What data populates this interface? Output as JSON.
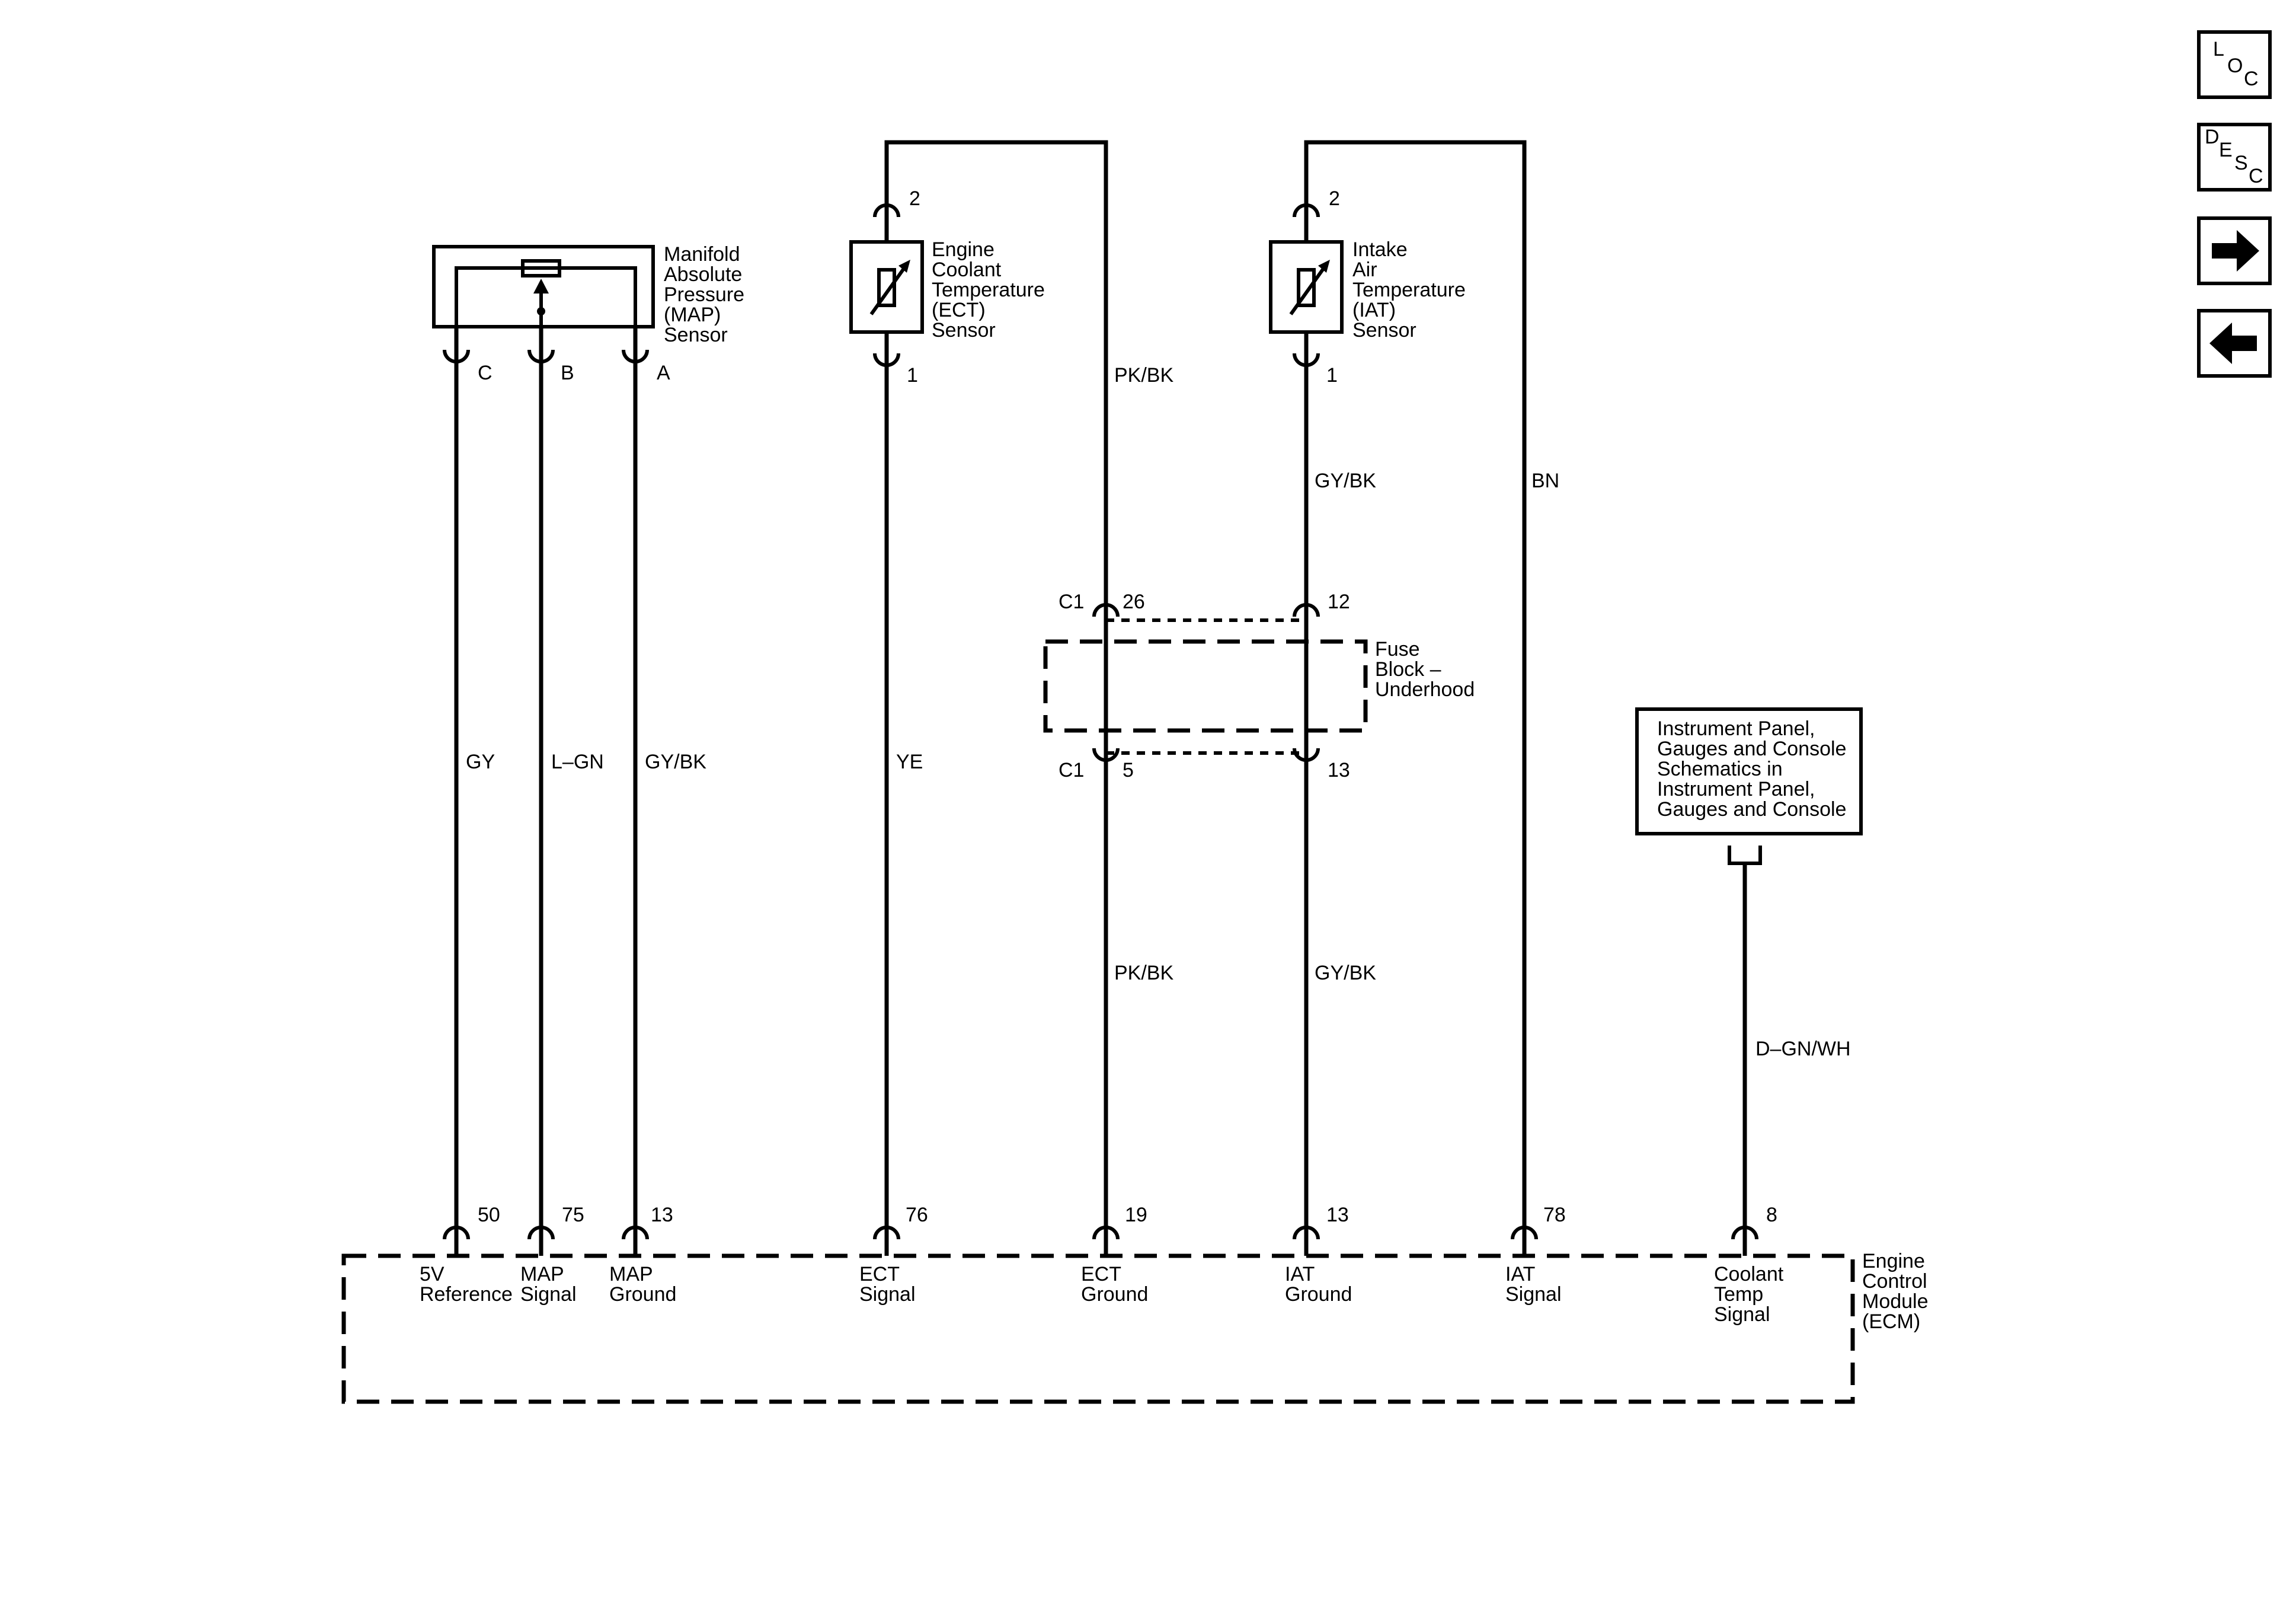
{
  "map_sensor": {
    "name_lines": [
      "Manifold",
      "Absolute",
      "Pressure",
      "(MAP)",
      "Sensor"
    ],
    "pins": [
      "C",
      "B",
      "A"
    ]
  },
  "ect_sensor": {
    "name_lines": [
      "Engine",
      "Coolant",
      "Temperature",
      "(ECT)",
      "Sensor"
    ],
    "pin_top": "2",
    "pin_bottom": "1"
  },
  "iat_sensor": {
    "name_lines": [
      "Intake",
      "Air",
      "Temperature",
      "(IAT)",
      "Sensor"
    ],
    "pin_top": "2",
    "pin_bottom": "1"
  },
  "fuse_block": {
    "name_lines": [
      "Fuse",
      "Block –",
      "Underhood"
    ],
    "connector_top": "C1",
    "connector_bottom": "C1",
    "pins_top": [
      "26",
      "12"
    ],
    "pins_bottom": [
      "5",
      "13"
    ]
  },
  "instrument_panel": {
    "text_lines": [
      "Instrument Panel,",
      "Gauges and Console",
      "Schematics in",
      "Instrument Panel,",
      "Gauges and Console"
    ]
  },
  "wires": {
    "map_5v": "GY",
    "map_signal": "L–GN",
    "map_ground": "GY/BK",
    "ect_signal": "YE",
    "ect_ground_upper": "PK/BK",
    "ect_ground_lower": "PK/BK",
    "iat_ground_upper": "GY/BK",
    "iat_ground_lower": "GY/BK",
    "iat_signal": "BN",
    "coolant_temp": "D–GN/WH"
  },
  "ecm": {
    "name_lines": [
      "Engine",
      "Control",
      "Module",
      "(ECM)"
    ],
    "pins": [
      "50",
      "75",
      "13",
      "76",
      "19",
      "13",
      "78",
      "8"
    ],
    "pin_labels": [
      [
        "5V",
        "Reference"
      ],
      [
        "MAP",
        "Signal"
      ],
      [
        "MAP",
        "Ground"
      ],
      [
        "ECT",
        "Signal"
      ],
      [
        "ECT",
        "Ground"
      ],
      [
        "IAT",
        "Ground"
      ],
      [
        "IAT",
        "Signal"
      ],
      [
        "Coolant",
        "Temp",
        "Signal"
      ]
    ]
  },
  "nav": {
    "loc": [
      "L",
      "O",
      "C"
    ],
    "desc": [
      "D",
      "E",
      "S",
      "C"
    ],
    "next": "right-arrow-icon",
    "prev": "left-arrow-icon"
  }
}
